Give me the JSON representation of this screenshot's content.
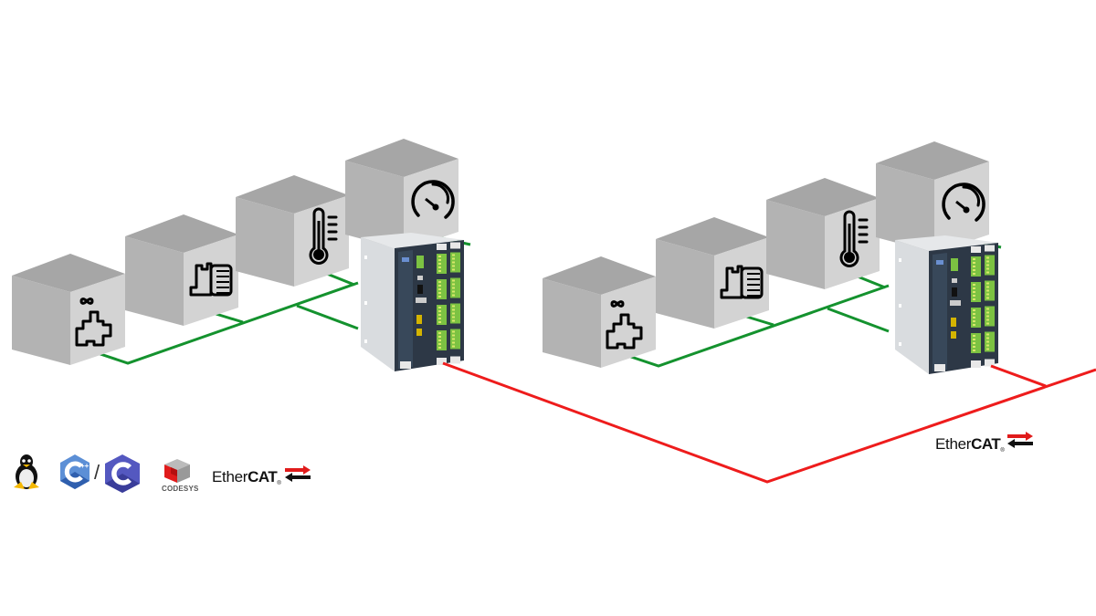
{
  "diagram": {
    "groups": [
      {
        "id": "left",
        "devices": [
          "valve",
          "pump-motor",
          "thermometer",
          "gauge"
        ],
        "controller": "plc-controller"
      },
      {
        "id": "right",
        "devices": [
          "valve",
          "pump-motor",
          "thermometer",
          "gauge"
        ],
        "controller": "plc-controller"
      }
    ],
    "colors": {
      "local_bus": "#14922e",
      "ethercat_bus": "#ee1c1c",
      "cube_top": "#a6a6a6",
      "cube_left": "#b3b3b3",
      "cube_right": "#d3d3d3"
    }
  },
  "logos": {
    "linux": "linux-tux",
    "cpp": "++",
    "separator": "/",
    "c": "c",
    "codesys": "CODESYS",
    "ethercat_left": {
      "ether": "Ether",
      "cat": "CAT",
      "reg": "®"
    },
    "ethercat_right": {
      "ether": "Ether",
      "cat": "CAT",
      "reg": "®"
    }
  }
}
